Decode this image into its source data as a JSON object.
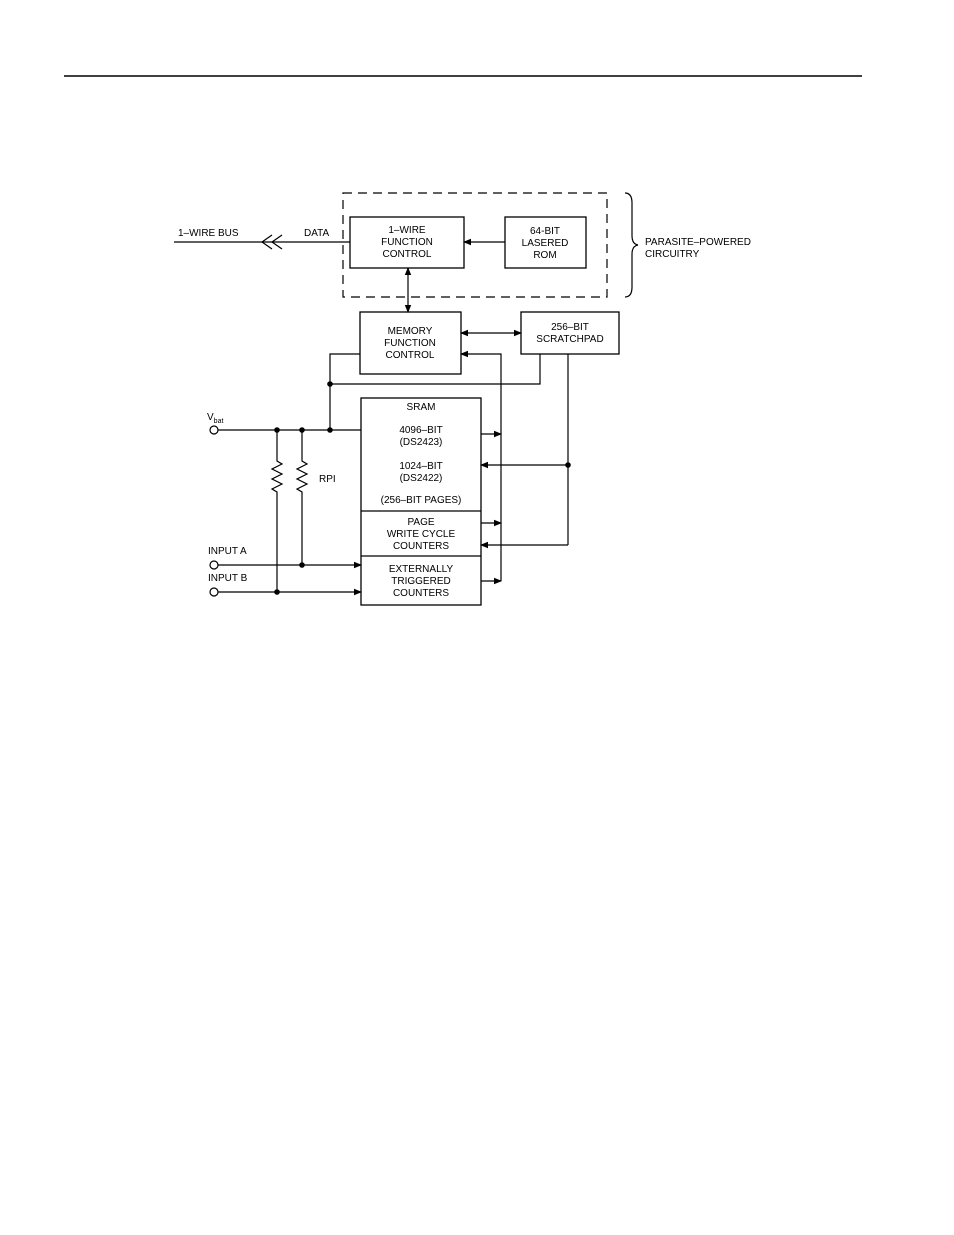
{
  "diagram": {
    "bus_label": "1–WIRE BUS",
    "data_label": "DATA",
    "parasite_label": [
      "PARASITE–POWERED",
      "CIRCUITRY"
    ],
    "blocks": {
      "onewire_control": [
        "1–WIRE",
        "FUNCTION",
        "CONTROL"
      ],
      "rom": [
        "64-BIT",
        "LASERED",
        "ROM"
      ],
      "memory_control": [
        "MEMORY",
        "FUNCTION",
        "CONTROL"
      ],
      "scratchpad": [
        "256–BIT",
        "SCRATCHPAD"
      ],
      "sram_title": "SRAM",
      "sram_4096": [
        "4096–BIT",
        "(DS2423)"
      ],
      "sram_1024": [
        "1024–BIT",
        "(DS2422)"
      ],
      "sram_pages": "(256–BIT PAGES)",
      "page_counters": [
        "PAGE",
        "WRITE CYCLE",
        "COUNTERS"
      ],
      "ext_counters": [
        "EXTERNALLY",
        "TRIGGERED",
        "COUNTERS"
      ]
    },
    "vbat_main": "V",
    "vbat_sub": "bat",
    "rpi_label": "RPI",
    "input_a": "INPUT A",
    "input_b": "INPUT B"
  }
}
